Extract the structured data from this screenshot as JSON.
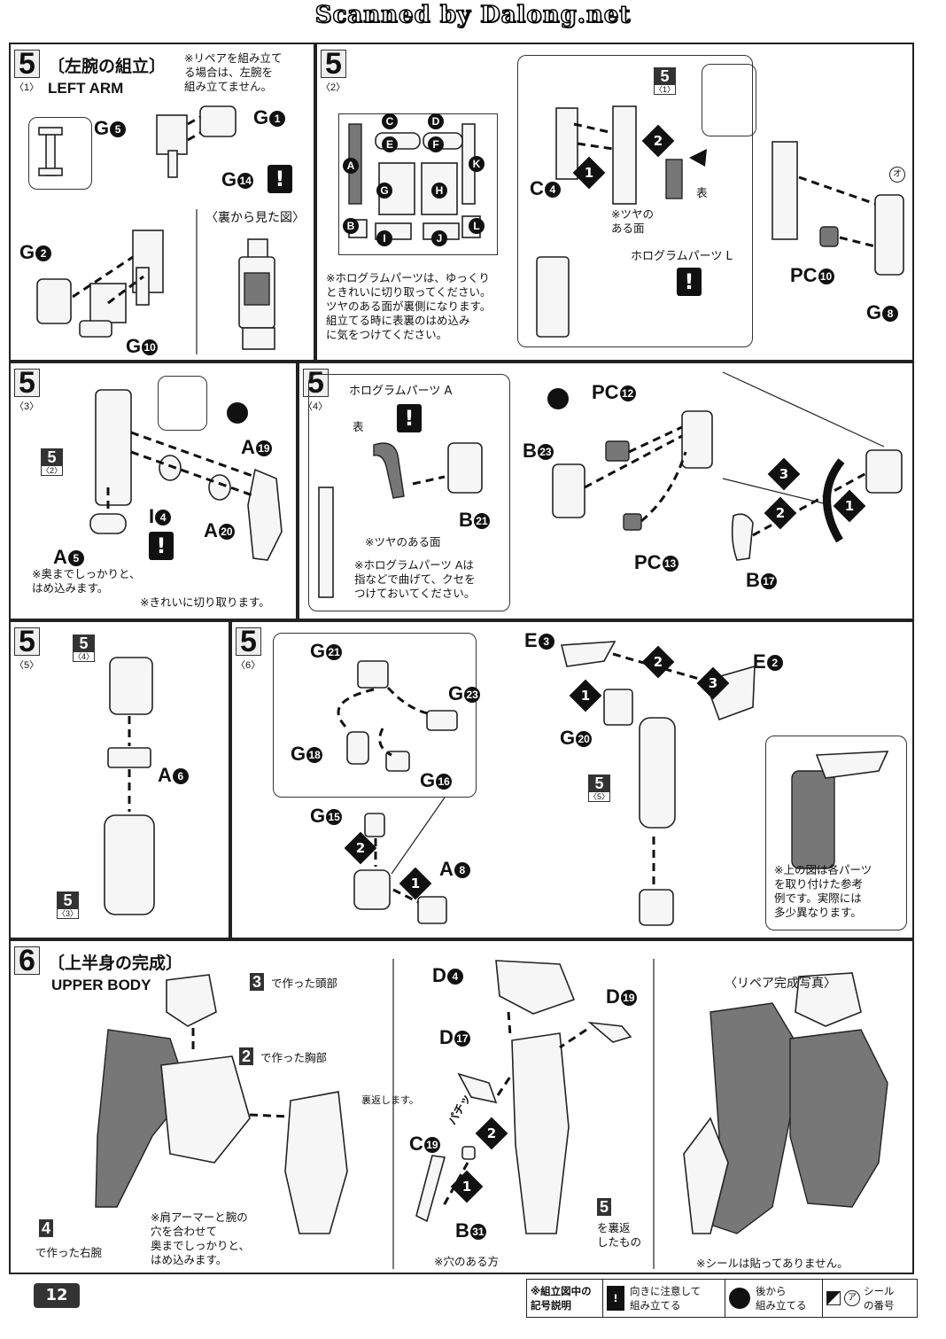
{
  "banner": "Scanned by Dalong.net",
  "step5_1": {
    "step": "5",
    "sub": "〈1〉",
    "title": "〔左腕の組立〕",
    "en": "LEFT ARM",
    "note": "※リペアを組み立て\nる場合は、左腕を\n組み立てません。",
    "labels": [
      "G5",
      "G1",
      "G14",
      "G2",
      "G10"
    ],
    "view_label": "〈裏から見た図〉"
  },
  "step5_2": {
    "step": "5",
    "sub": "〈2〉",
    "runner_letters": [
      "C",
      "D",
      "E",
      "F",
      "A",
      "K",
      "G",
      "H",
      "B",
      "I",
      "J",
      "L"
    ],
    "note": "※ホログラムパーツは、ゆっくり\nときれいに切り取ってください。\nツヤのある面が裏側になります。\n組立てる時に表裏のはめ込み\nに気をつけてください。",
    "labels": [
      "C4",
      "PC10",
      "G8"
    ],
    "ref": "5",
    "ref_sub": "〈1〉",
    "shiny": "※ツヤの\nある面",
    "front": "表",
    "hologram": "ホログラムパーツ L",
    "sticker": "オ"
  },
  "step5_3": {
    "step": "5",
    "sub": "〈3〉",
    "labels": [
      "A19",
      "I4",
      "A20",
      "A5"
    ],
    "ref": "5",
    "ref_sub": "〈2〉",
    "note1": "※奥までしっかりと、\nはめ込みます。",
    "note2": "※きれいに切り取ります。"
  },
  "step5_4": {
    "step": "5",
    "sub": "〈4〉",
    "hologram": "ホログラムパーツ A",
    "front": "表",
    "shiny": "※ツヤのある面",
    "note": "※ホログラムパーツ Aは\n指などで曲げて、クセを\nつけておいてください。",
    "labels": [
      "B21",
      "PC12",
      "B23",
      "PC13",
      "B17"
    ]
  },
  "step5_5": {
    "step": "5",
    "sub": "〈5〉",
    "labels": [
      "A6"
    ],
    "ref_top": "5",
    "ref_top_sub": "〈4〉",
    "ref_bot": "5",
    "ref_bot_sub": "〈3〉"
  },
  "step5_6": {
    "step": "5",
    "sub": "〈6〉",
    "labels": [
      "G21",
      "G23",
      "G18",
      "G16",
      "G15",
      "A8",
      "E3",
      "E2",
      "G20"
    ],
    "ref": "5",
    "ref_sub": "〈5〉",
    "note": "※上の図は各パーツ\nを取り付けた参考\n例です。実際には\n多少異なります。"
  },
  "step6": {
    "step": "6",
    "title": "〔上半身の完成〕",
    "en": "UPPER BODY",
    "head_ref": "3",
    "head_text": "で作った頭部",
    "chest_ref": "2",
    "chest_text": "で作った胸部",
    "right_arm_ref": "4",
    "right_arm_text": "で作った右腕",
    "flip": "裏返します。",
    "shoulder_note": "※肩アーマーと腕の\n穴を合わせて\n奥までしっかりと、\nはめ込みます。",
    "labels": [
      "D4",
      "D19",
      "D17",
      "C19",
      "B31"
    ],
    "click": "パチッ",
    "hole": "※穴のある方",
    "left_ref": "5",
    "left_text": "を裏返\nしたもの",
    "photo_title": "〈リペア完成写真〉",
    "photo_note": "※シールは貼ってありません。"
  },
  "footer": {
    "page": "12",
    "legend_title": "※組立図中の\n記号説明",
    "legend_1": "向きに注意して\n組み立てる",
    "legend_2": "後から\n組み立てる",
    "legend_3": "シール\nの番号",
    "legend_sticker": "ア"
  }
}
